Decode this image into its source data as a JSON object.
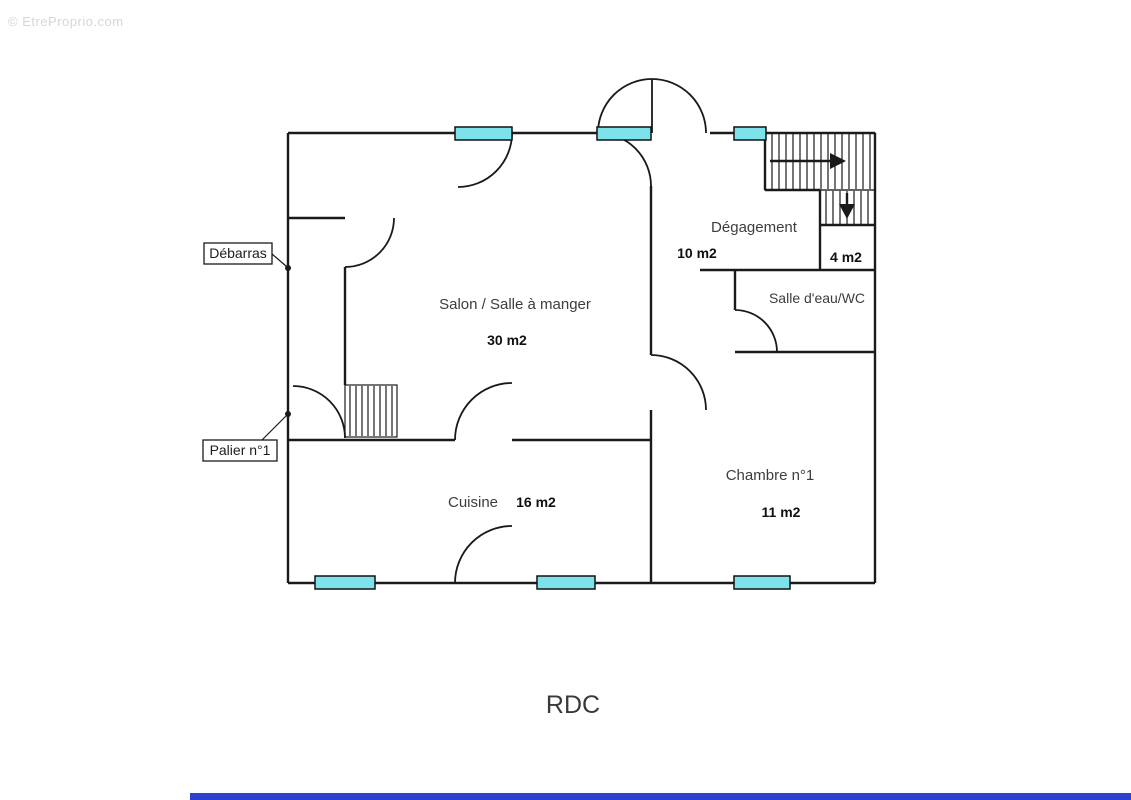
{
  "watermark": "© EtreProprio.com",
  "floor": {
    "label": "RDC"
  },
  "rooms": {
    "salon": {
      "name": "Salon / Salle à manger",
      "area": "30 m2"
    },
    "cuisine": {
      "name": "Cuisine",
      "area": "16 m2"
    },
    "degagement": {
      "name": "Dégagement",
      "area": "10 m2"
    },
    "chambre": {
      "name": "Chambre n°1",
      "area": "11 m2"
    },
    "salle_eau": {
      "name": "Salle d'eau/WC"
    },
    "petite_piece": {
      "area": "4 m2"
    }
  },
  "callouts": {
    "debarras": "Débarras",
    "palier": "Palier n°1"
  },
  "colors": {
    "wall": "#1a1a1a",
    "window_fill": "#7de2e9",
    "bottom_bar": "#2c41cf",
    "watermark": "#d6d6d6"
  }
}
